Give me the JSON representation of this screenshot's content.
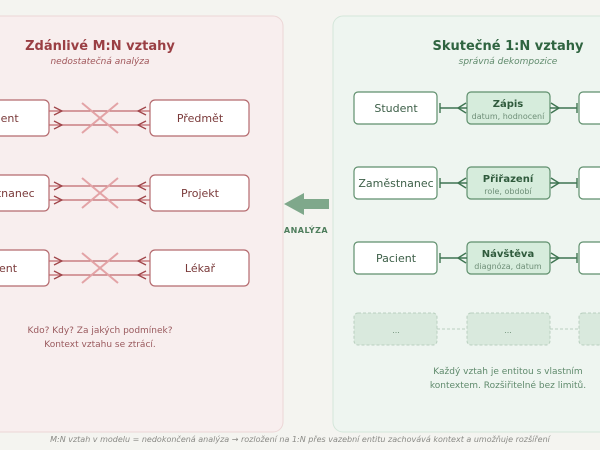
{
  "left": {
    "title": "Zdánlivé M:N vztahy",
    "subtitle": "nedostatečná analýza",
    "rows": [
      {
        "a": "Student",
        "b": "Předmět"
      },
      {
        "a": "Zaměstnanec",
        "b": "Projekt"
      },
      {
        "a": "Pacient",
        "b": "Lékař"
      }
    ],
    "note": [
      "Kdo? Kdy? Za jakých podmínek?",
      "Kontext vztahu se ztrácí."
    ]
  },
  "arrow": {
    "label": "ANALÝZA"
  },
  "right": {
    "title": "Skutečné 1:N vztahy",
    "subtitle": "správná dekompozice",
    "rows": [
      {
        "a": "Student",
        "junction": "Zápis",
        "attrs": "datum, hodnocení"
      },
      {
        "a": "Zaměstnanec",
        "junction": "Přiřazení",
        "attrs": "role, období"
      },
      {
        "a": "Pacient",
        "junction": "Návštěva",
        "attrs": "diagnóza, datum"
      }
    ],
    "placeholder": "...",
    "note": [
      "Každý vztah je entitou s vlastním",
      "kontextem. Rozšiřitelné bez limitů."
    ]
  },
  "footer": "M:N vztah v modelu = nedokončená analýza → rozložení na 1:N přes vazební entitu zachovává kontext a umožňuje rozšíření",
  "colors": {
    "left_accent": "#a0454a",
    "right_accent": "#2f6b45",
    "arrow": "#7fa88b"
  }
}
